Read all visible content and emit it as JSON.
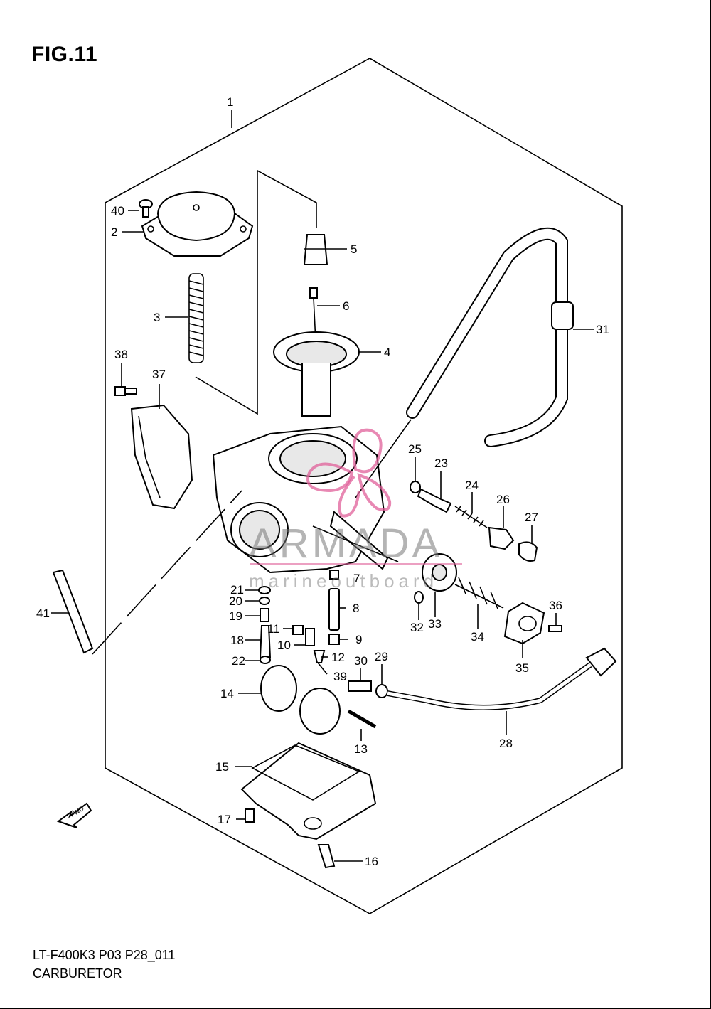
{
  "figure": {
    "title": "FIG.11",
    "model_code": "LT-F400K3 P03 P28_011",
    "assembly_name": "CARBURETOR"
  },
  "watermark": {
    "brand": "ARMADA",
    "subtitle": "marineoutboard",
    "accent_color": "#e0609a"
  },
  "callouts": [
    "1",
    "2",
    "3",
    "4",
    "5",
    "6",
    "7",
    "8",
    "9",
    "10",
    "11",
    "12",
    "13",
    "14",
    "15",
    "16",
    "17",
    "18",
    "19",
    "20",
    "21",
    "22",
    "23",
    "24",
    "25",
    "26",
    "27",
    "28",
    "29",
    "30",
    "31",
    "32",
    "33",
    "34",
    "35",
    "36",
    "37",
    "38",
    "39",
    "40",
    "41"
  ],
  "fwd_arrow": {
    "label": "FWD"
  }
}
